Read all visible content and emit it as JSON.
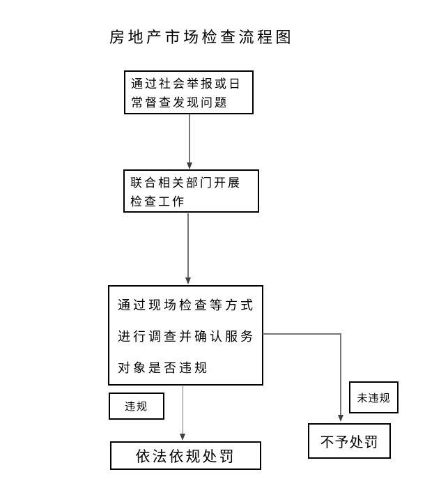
{
  "title": "房地产市场检查流程图",
  "nodes": {
    "discover": {
      "lines": [
        "通过社会举报或日",
        "常督查发现问题"
      ]
    },
    "joint_inspection": {
      "lines": [
        "联合相关部门开展",
        "检查工作"
      ]
    },
    "investigate": {
      "lines": [
        "通过现场检查等方式",
        "进行调查并确认服务",
        "对象是否违规"
      ]
    },
    "punish": {
      "label": "依法依规处罚"
    },
    "no_punish": {
      "label": "不予处罚"
    }
  },
  "branch_labels": {
    "violation": "违规",
    "no_violation": "未违规"
  },
  "colors": {
    "background": "#ffffff",
    "text": "#000000",
    "box_border": "#000000",
    "connector": "#757575",
    "arrowhead": "#404040"
  }
}
